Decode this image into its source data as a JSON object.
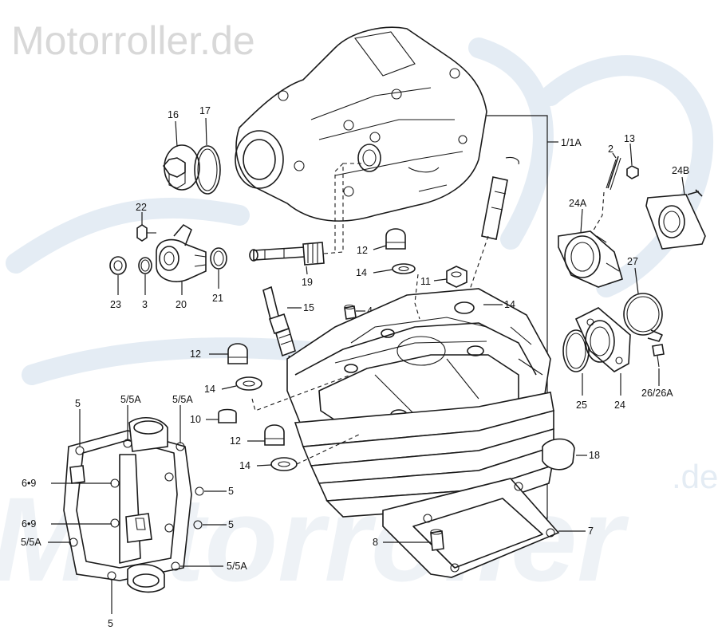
{
  "brand": {
    "header_text": "Motorroller.de",
    "watermark_text": "Motorroller",
    "watermark_suffix": ".de"
  },
  "colors": {
    "line": "#1a1a1a",
    "watermark": "#e4ecf4",
    "brand_text": "#d8d8d8"
  },
  "callouts": [
    {
      "id": "16",
      "text": "16"
    },
    {
      "id": "17",
      "text": "17"
    },
    {
      "id": "1_1a",
      "text": "1/1A"
    },
    {
      "id": "2",
      "text": "2"
    },
    {
      "id": "13",
      "text": "13"
    },
    {
      "id": "24b",
      "text": "24B"
    },
    {
      "id": "24a",
      "text": "24A"
    },
    {
      "id": "22",
      "text": "22"
    },
    {
      "id": "12a",
      "text": "12"
    },
    {
      "id": "14a",
      "text": "14"
    },
    {
      "id": "11",
      "text": "11"
    },
    {
      "id": "19",
      "text": "19"
    },
    {
      "id": "23",
      "text": "23"
    },
    {
      "id": "3",
      "text": "3"
    },
    {
      "id": "20",
      "text": "20"
    },
    {
      "id": "21",
      "text": "21"
    },
    {
      "id": "15",
      "text": "15"
    },
    {
      "id": "4",
      "text": "4"
    },
    {
      "id": "14b",
      "text": "14"
    },
    {
      "id": "27",
      "text": "27"
    },
    {
      "id": "12b",
      "text": "12"
    },
    {
      "id": "14c",
      "text": "14"
    },
    {
      "id": "25",
      "text": "25"
    },
    {
      "id": "24",
      "text": "24"
    },
    {
      "id": "26_26a",
      "text": "26/26A"
    },
    {
      "id": "10",
      "text": "10"
    },
    {
      "id": "12c",
      "text": "12"
    },
    {
      "id": "14d",
      "text": "14"
    },
    {
      "id": "18",
      "text": "18"
    },
    {
      "id": "5a",
      "text": "5"
    },
    {
      "id": "5_5a_a",
      "text": "5/5A"
    },
    {
      "id": "5_5a_b",
      "text": "5/5A"
    },
    {
      "id": "6_9a",
      "text": "6•9"
    },
    {
      "id": "5b",
      "text": "5"
    },
    {
      "id": "6_9b",
      "text": "6•9"
    },
    {
      "id": "5c",
      "text": "5"
    },
    {
      "id": "5_5a_c",
      "text": "5/5A"
    },
    {
      "id": "5_5a_d",
      "text": "5/5A"
    },
    {
      "id": "5d",
      "text": "5"
    },
    {
      "id": "8",
      "text": "8"
    },
    {
      "id": "7",
      "text": "7"
    }
  ]
}
